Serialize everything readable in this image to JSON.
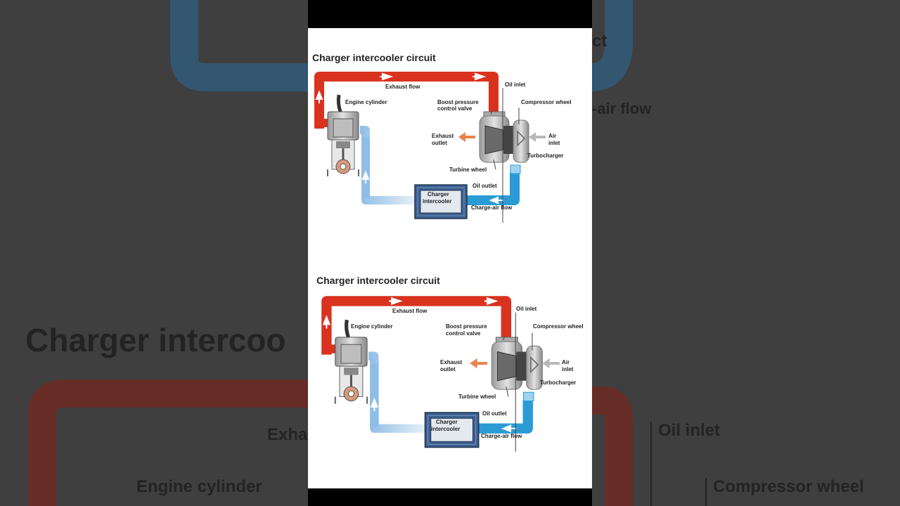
{
  "diagram": {
    "title": "Charger intercooler circuit",
    "labels": {
      "exhaust_flow": "Exhaust flow",
      "oil_inlet": "Oil inlet",
      "engine_cylinder": "Engine cylinder",
      "boost_valve_1": "Boost pressure",
      "boost_valve_2": "control valve",
      "compressor_wheel": "Compressor wheel",
      "exhaust_outlet_1": "Exhaust",
      "exhaust_outlet_2": "outlet",
      "air_inlet_1": "Air",
      "air_inlet_2": "inlet",
      "turbocharger": "Turbocharger",
      "turbine_wheel": "Turbine wheel",
      "oil_outlet": "Oil outlet",
      "intercooler_1": "Charger",
      "intercooler_2": "intercooler",
      "charge_air_flow": "Charge-air flow"
    }
  },
  "background": {
    "title_fragment": "Charger intercoo",
    "exhaust_fragment": "Exha",
    "engine_cylinder": "Engine cylinder",
    "oil_inlet": "Oil inlet",
    "compressor_wheel": "Compressor wheel",
    "charge_fragment": "ct",
    "air_flow_fragment": "-air flow"
  },
  "colors": {
    "exhaust": "#d9331f",
    "charge_air": "#2b9bd6",
    "cool_pipe": "#a9cde9",
    "exhaust_arrow": "#e9824f",
    "intercooler": "#3c5f8f"
  }
}
